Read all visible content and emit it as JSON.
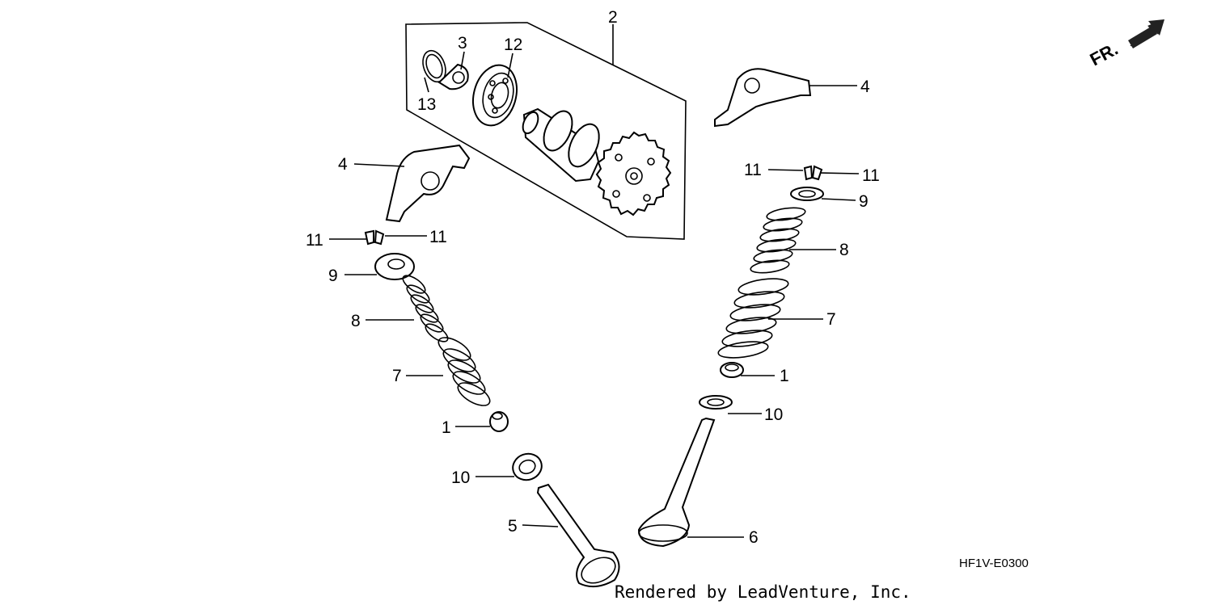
{
  "callouts": {
    "c2": "2",
    "c3": "3",
    "c12": "12",
    "c13": "13",
    "c4_right": "4",
    "c4_left": "4",
    "c11_rl": "11",
    "c11_rr": "11",
    "c9_right": "9",
    "c8_right": "8",
    "c7_right": "7",
    "c1_right": "1",
    "c10_right": "10",
    "c6": "6",
    "c11_ll": "11",
    "c11_lr": "11",
    "c9_left": "9",
    "c8_left": "8",
    "c7_left": "7",
    "c1_left": "1",
    "c10_left": "10",
    "c5": "5"
  },
  "front_indicator": {
    "label": "FR."
  },
  "diagram_code": "HF1V-E0300",
  "credit": "Rendered by LeadVenture, Inc."
}
